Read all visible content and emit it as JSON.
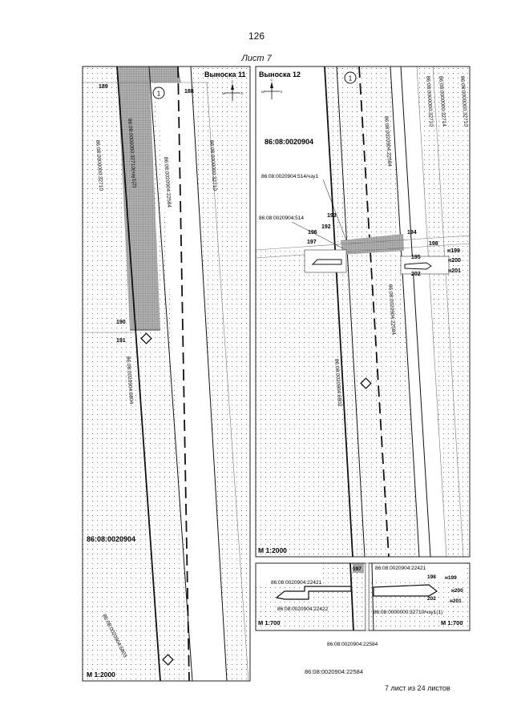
{
  "page_number": "126",
  "sheet_title": "Лист 7",
  "footer": "7 лист из 24 листов",
  "bottom_label": "86:08:0020904:22584",
  "left_panel": {
    "callout": "Выноска 11",
    "circle_label": "1",
    "quarter": "86:08:0020904",
    "scale": "М 1:2000",
    "points": [
      "189",
      "188",
      "190",
      "191"
    ],
    "parcels": {
      "p1": "86:08:0000000:32710(чзу1(2)",
      "p2": "86:08:0000000:32710",
      "p3": "86:08:0020904:22584",
      "p4": "86:08:0000000:32710",
      "p5": "86:08:0020904:6804",
      "p6": "86:08:0020904:6803"
    }
  },
  "right_panel": {
    "callout": "Выноска 12",
    "circle_label": "1",
    "quarter": "86:08:0020904",
    "scale": "М 1:2000",
    "points": [
      "193",
      "192",
      "196",
      "197",
      "194",
      "198",
      "н199",
      "195",
      "н200",
      "202",
      "н201"
    ],
    "parcels": {
      "p1": "86:08:0020904:514/чзу1",
      "p2": "86:08:0020904:514",
      "p3": "86:08:0020904:22584",
      "p4": "86:08:0000000:32714",
      "p5": "86:08:0000000:32710",
      "p6": "86:08:0000000:32710",
      "p7": "86:08:0020904:22584",
      "p8": "86:08:0020904:6802"
    }
  },
  "inset": {
    "scale_left": "М 1:700",
    "scale_right": "М 1:700",
    "points": [
      "197",
      "198",
      "н199",
      "н200",
      "202",
      "н201"
    ],
    "labels": {
      "l1": "86:08:0020904:22421",
      "l2": "86:08:0020904:22421",
      "l3": "86:08:0020904:22422",
      "l4": "86:08:0000000:32710/чзу1(1)",
      "l5": "86:08:0020904:22584"
    }
  }
}
